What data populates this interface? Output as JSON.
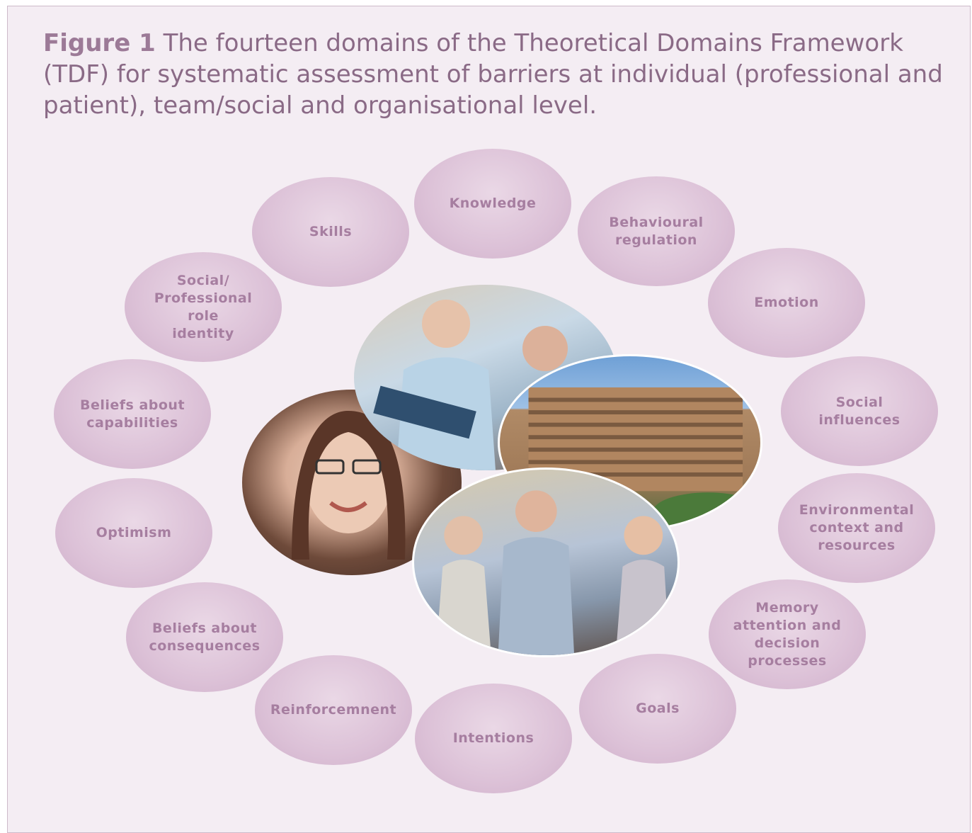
{
  "caption": {
    "label": "Figure 1",
    "text": "The fourteen domains of the Theoretical Domains Framework (TDF) for systematic assessment of barriers at individual (professional and patient), team/social and organisational level."
  },
  "domains": [
    "Knowledge",
    "Behavioural\nregulation",
    "Emotion",
    "Social\ninfluences",
    "Environmental\ncontext and\nresources",
    "Memory\nattention and\ndecision\nprocesses",
    "Goals",
    "Intentions",
    "Reinforcemnent",
    "Beliefs about\nconsequences",
    "Optimism",
    "Beliefs about\ncapabilities",
    "Social/\nProfessional\nrole\nidentity",
    "Skills"
  ],
  "photos": [
    "young-woman-portrait",
    "clinicians-consulting",
    "hospital-building",
    "team-conversation"
  ]
}
